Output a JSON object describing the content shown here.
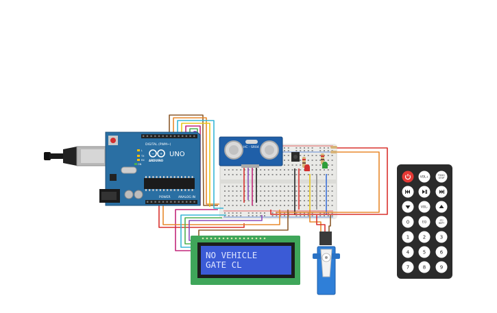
{
  "arduino": {
    "brand": "UNO",
    "logo_text": "ARDUINO",
    "digital_label": "DIGITAL (PWM~)",
    "power_label": "POWER",
    "analog_label": "ANALOG IN",
    "tx_label": "TX",
    "rx_label": "RX",
    "led_label": "L",
    "on_label": "ON",
    "board_color": "#2a6fa3"
  },
  "sensor": {
    "label": "HC - SR04",
    "board_color": "#1f5fa8"
  },
  "lcd": {
    "line1": "NO VEHICLE",
    "line2": "GATE CL",
    "pcb_color": "#3fa65a",
    "screen_color": "#3b5bd6",
    "text_color": "#dfe6ff"
  },
  "remote": {
    "rows": [
      [
        "power",
        "VOL+",
        "FUNC/ STOP"
      ],
      [
        "prev",
        "play",
        "next"
      ],
      [
        "down",
        "VOL-",
        "up"
      ],
      [
        "0",
        "EQ",
        "ST/ REPT"
      ],
      [
        "1",
        "2",
        "3"
      ],
      [
        "4",
        "5",
        "6"
      ],
      [
        "7",
        "8",
        "9"
      ]
    ],
    "body_color": "#2b2b2b",
    "power_color": "#e53935"
  },
  "leds": {
    "red": "#d32f2f",
    "green": "#2e9e3a"
  },
  "wires": {
    "red": "#d9302c",
    "brown": "#8b5a2b",
    "orange": "#e8892b",
    "yellow": "#e6c619",
    "green": "#4caf50",
    "cyan": "#36b6d6",
    "blue": "#3a6fd8",
    "purple": "#8e4bb8",
    "magenta": "#c2267a",
    "black": "#222222",
    "gray": "#8a8a8a"
  }
}
